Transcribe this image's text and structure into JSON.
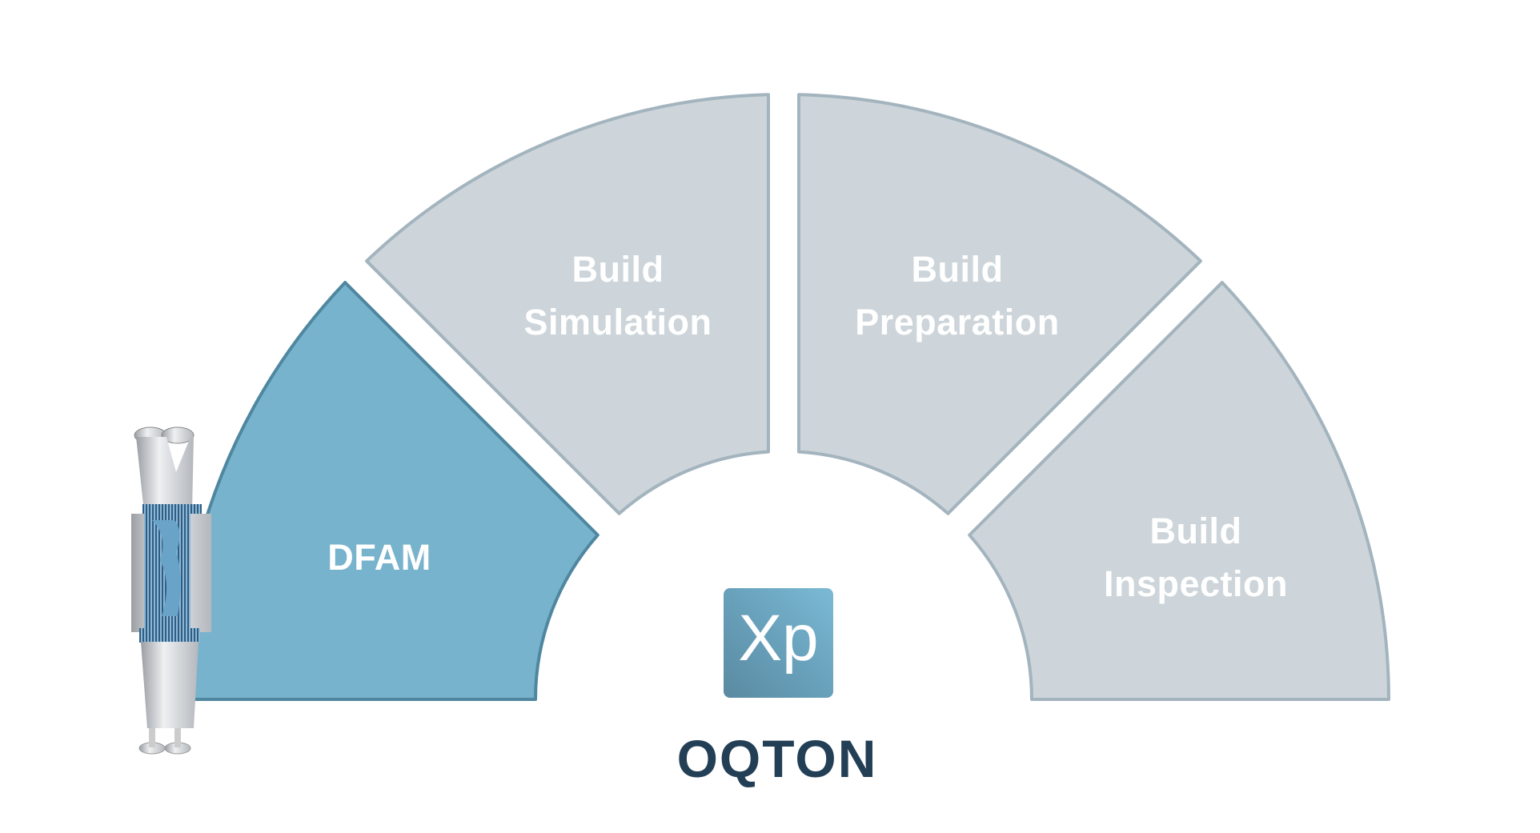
{
  "segments": [
    {
      "id": "dfam",
      "lines": [
        "DFAM"
      ],
      "active": true
    },
    {
      "id": "build-simulation",
      "lines": [
        "Build",
        "Simulation"
      ],
      "active": false
    },
    {
      "id": "build-preparation",
      "lines": [
        "Build",
        "Preparation"
      ],
      "active": false
    },
    {
      "id": "build-inspection",
      "lines": [
        "Build",
        "Inspection"
      ],
      "active": false
    }
  ],
  "logo": {
    "app_text": "Xp",
    "brand": "OQTON"
  },
  "colors": {
    "active_fill": "#77b3cc",
    "active_stroke": "#4f87a0",
    "inactive_fill": "#cdd5da",
    "inactive_stroke": "#a3b4be",
    "brand": "#233f56"
  }
}
